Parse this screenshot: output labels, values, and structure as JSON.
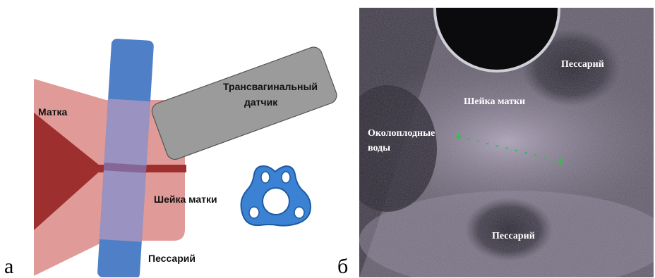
{
  "panel_a": {
    "label": "а",
    "uterus_label": "Матка",
    "probe_label_line1": "Трансвагинальный",
    "probe_label_line2": "датчик",
    "cervix_label": "Шейка матки",
    "pessary_label": "Пессарий",
    "colors": {
      "uterus": "#e09a98",
      "canal": "#9e2f2f",
      "pessary_bar": "#4f7fc6",
      "pessary_overlap": "#9a92c0",
      "probe": "#9b9b9b",
      "ring": "#3b82d4"
    }
  },
  "panel_b": {
    "label": "б",
    "pessary_top_label": "Пессарий",
    "cervix_label": "Шейка матки",
    "amniotic_label_line1": "Околоплодные",
    "amniotic_label_line2": "воды",
    "pessary_bottom_label": "Пессарий"
  }
}
